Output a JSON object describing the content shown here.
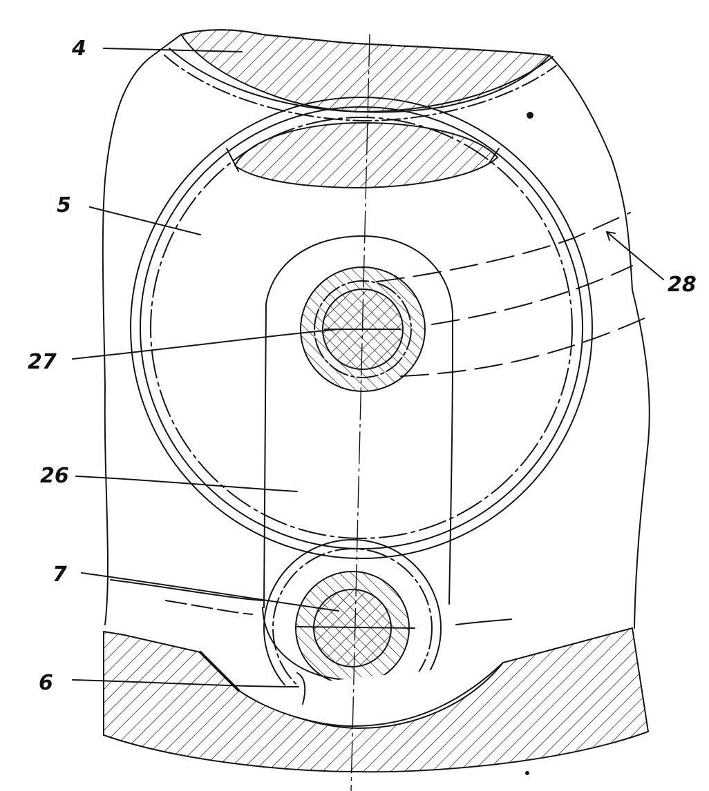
{
  "figure": {
    "labels": {
      "ref_4": "4",
      "ref_5": "5",
      "ref_28": "28",
      "ref_27": "27",
      "ref_26": "26",
      "ref_7": "7",
      "ref_6": "6"
    },
    "colors": {
      "ink": "#141414",
      "paper": "#ffffff"
    }
  }
}
